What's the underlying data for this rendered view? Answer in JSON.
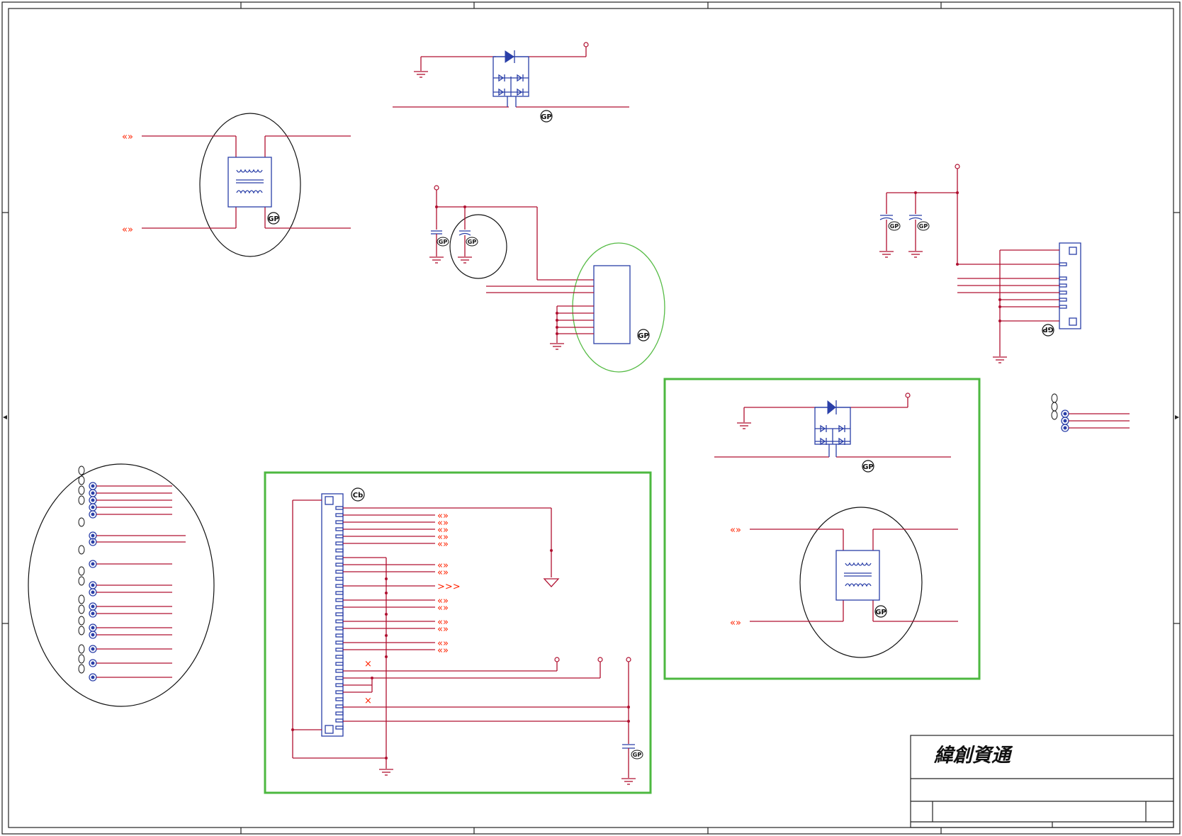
{
  "title_block": {
    "company_logo_text": "緯創資通"
  },
  "badges": {
    "gp": "GP",
    "cb": "Cb",
    "small_gp": "GP"
  },
  "colors": {
    "wire": "#b01030",
    "component": "#2a3fa8",
    "highlight_box": "#4db840",
    "highlight_circle": "#55bb44",
    "offpage_arrow": "#ff2200"
  },
  "offpage_markers": {
    "double": "«»",
    "single_right": ">>>"
  }
}
